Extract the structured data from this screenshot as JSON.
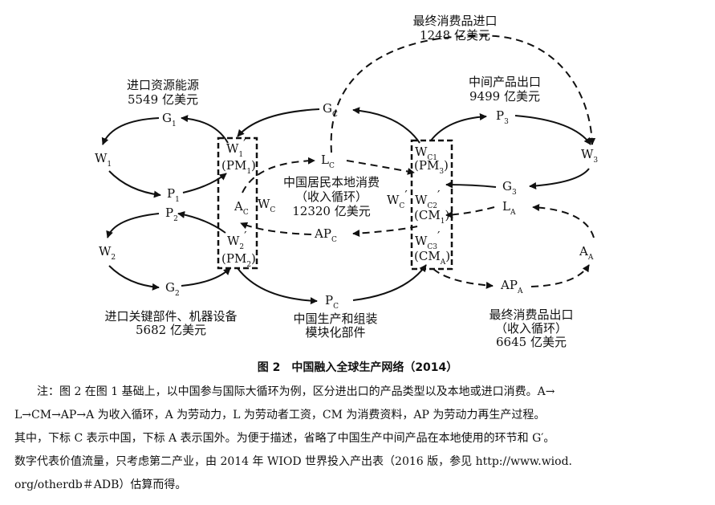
{
  "diagram": {
    "nodes": {
      "g1": {
        "main": "G",
        "sub": "1"
      },
      "w1": {
        "main": "W",
        "sub": "1"
      },
      "p1": {
        "main": "P",
        "sub": "1"
      },
      "p2": {
        "main": "P",
        "sub": "2"
      },
      "w2": {
        "main": "W",
        "sub": "2"
      },
      "g2": {
        "main": "G",
        "sub": "2"
      },
      "w1p": {
        "main": "W",
        "sub": "1",
        "prime": "′",
        "pm": "(PM",
        "pm_sub": "1",
        "pm_close": ")"
      },
      "w2p": {
        "main": "W",
        "sub": "2",
        "prime": "′",
        "pm": "(PM",
        "pm_sub": "2",
        "pm_close": ")"
      },
      "ac": {
        "main": "A",
        "sub": "C"
      },
      "wc": {
        "main": "W",
        "sub": "C"
      },
      "gc": {
        "main": "G",
        "sub": "C"
      },
      "lc": {
        "main": "L",
        "sub": "C"
      },
      "apc": {
        "main": "AP",
        "sub": "C"
      },
      "pc": {
        "main": "P",
        "sub": "C"
      },
      "wcp": {
        "main": "W",
        "sub": "C",
        "prime": "′"
      },
      "wc1": {
        "main": "W",
        "sub": "C1",
        "pm": "(PM",
        "pm_sub": "3",
        "pm_close": ")"
      },
      "wc2": {
        "main": "W",
        "sub": "C2",
        "prime": "′",
        "pm": "(CM",
        "pm_sub": "1",
        "pm_close": ")"
      },
      "wc3": {
        "main": "W",
        "sub": "C3",
        "prime": "′",
        "pm": "(CM",
        "pm_sub": "A",
        "pm_close": ")"
      },
      "p3": {
        "main": "P",
        "sub": "3"
      },
      "w3": {
        "main": "W",
        "sub": "3"
      },
      "g3": {
        "main": "G",
        "sub": "3"
      },
      "la": {
        "main": "L",
        "sub": "A"
      },
      "aa": {
        "main": "A",
        "sub": "A"
      },
      "apa": {
        "main": "AP",
        "sub": "A"
      }
    },
    "labels": {
      "import_energy": {
        "line1": "进口资源能源",
        "line2": "5549 亿美元"
      },
      "final_import": {
        "line1": "最终消费品进口",
        "line2": "1248 亿美元"
      },
      "intermediate_export": {
        "line1": "中间产品出口",
        "line2": "9499 亿美元"
      },
      "local_consumption": {
        "line1": "中国居民本地消费",
        "line2": "（收入循环）",
        "line3": "12320 亿美元"
      },
      "import_equipment": {
        "line1": "进口关键部件、机器设备",
        "line2": "5682 亿美元"
      },
      "china_production": {
        "line1": "中国生产和组装",
        "line2": "模块化部件"
      },
      "final_export": {
        "line1": "最终消费品出口",
        "line2": "（收入循环）",
        "line3": "6645 亿美元"
      }
    }
  },
  "caption": "图 2　中国融入全球生产网络（2014）",
  "note": [
    "　　注：图 2 在图 1 基础上，以中国参与国际大循环为例，区分进出口的产品类型以及本地或进口消费。A→",
    "L→CM→AP→A 为收入循环，A 为劳动力，L 为劳动者工资，CM 为消费资料，AP 为劳动力再生产过程。",
    "其中，下标 C 表示中国，下标 A 表示国外。为便于描述，省略了中国生产中间产品在本地使用的环节和 G′。",
    "数字代表价值流量，只考虑第二产业，由 2014 年 WIOD 世界投入产出表（2016 版，参见 http://www.wiod.",
    "org/otherdb＃ADB）估算而得。"
  ]
}
